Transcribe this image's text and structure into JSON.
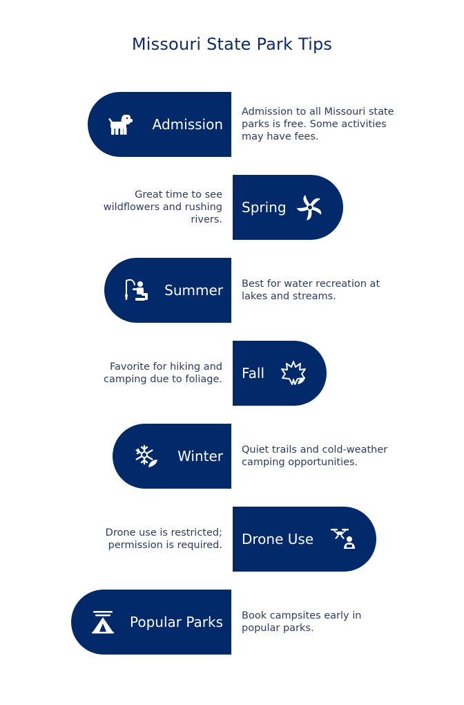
{
  "title": "Missouri State Park Tips",
  "tips": [
    {
      "label": "Admission",
      "desc": "Admission to all Missouri state parks is free. Some activities may have fees.",
      "icon": "dog-icon"
    },
    {
      "label": "Spring",
      "desc": "Great time to see wildflowers and rushing rivers.",
      "icon": "pinwheel-flower-icon"
    },
    {
      "label": "Summer",
      "desc": "Best for water recreation at lakes and streams.",
      "icon": "fishing-person-icon"
    },
    {
      "label": "Fall",
      "desc": "Favorite for hiking and camping due to foliage.",
      "icon": "leaf-icon"
    },
    {
      "label": "Winter",
      "desc": "Quiet trails and cold-weather camping opportunities.",
      "icon": "snowflake-leaf-icon"
    },
    {
      "label": "Drone Use",
      "desc": "Drone use is restricted; permission is required.",
      "icon": "drone-operator-icon"
    },
    {
      "label": "Popular Parks",
      "desc": "Book campsites early in popular parks.",
      "icon": "campsite-tent-icon"
    }
  ],
  "colors": {
    "pill": "#022a6b",
    "title": "#0d2a6b",
    "text": "#2b3b63"
  }
}
